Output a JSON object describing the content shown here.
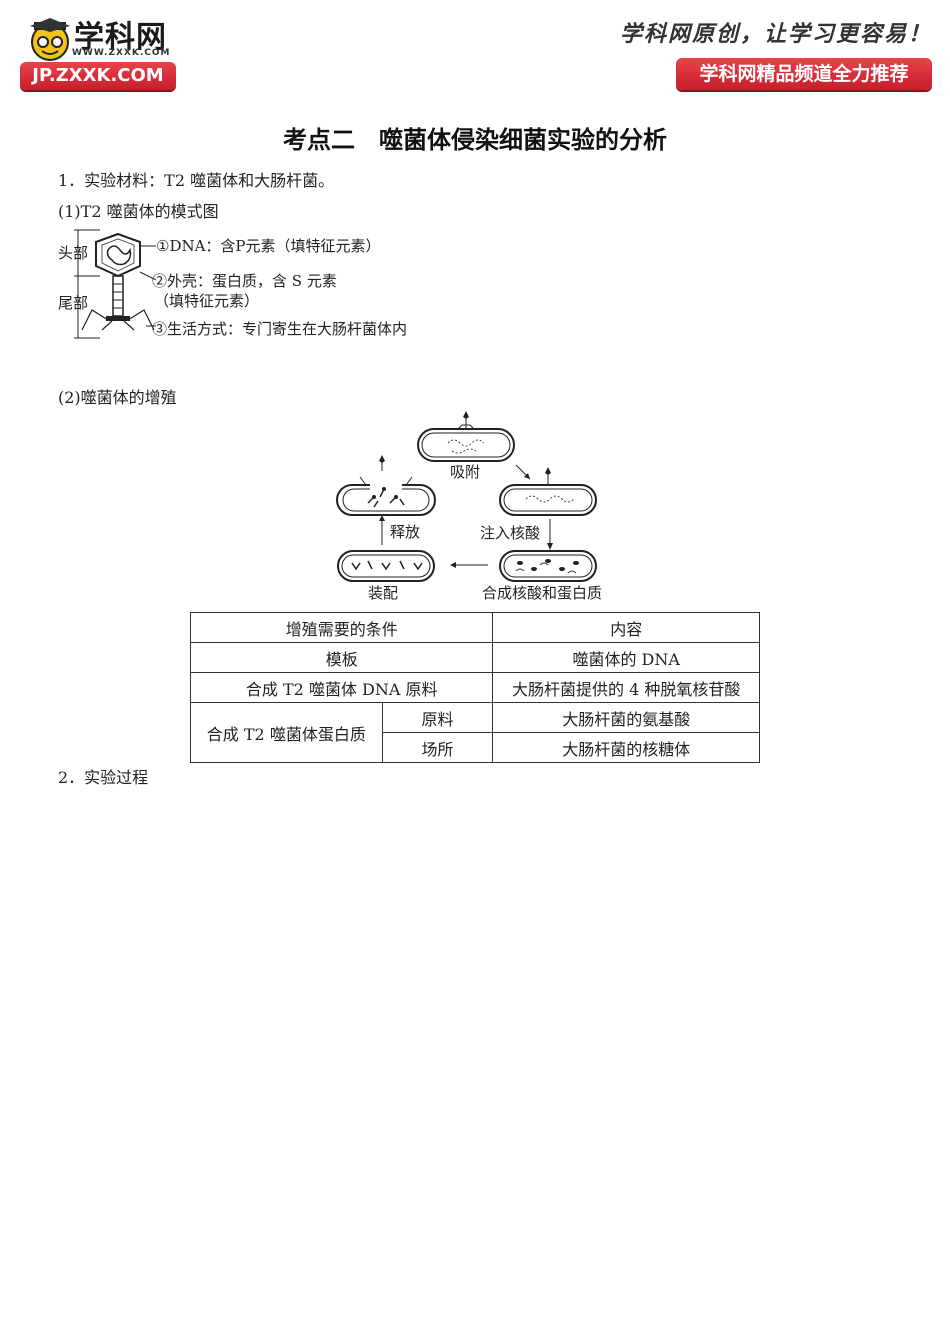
{
  "header": {
    "logo_cn": "学科网",
    "logo_url": "WWW.ZXXK.COM",
    "logo_badge": "JP.ZXXK.COM",
    "slogan": "学科网原创，让学习更容易！",
    "channel_badge": "学科网精品频道全力推荐"
  },
  "title": "考点二　噬菌体侵染细菌实验的分析",
  "section1": {
    "heading": "1．实验材料：T2 噬菌体和大肠杆菌。",
    "sub1": "(1)T2 噬菌体的模式图",
    "sub2": "(2)噬菌体的增殖"
  },
  "phage_diagram": {
    "head_label": "头部",
    "tail_label": "尾部",
    "note1": "①DNA：含P元素（填特征元素）",
    "note2": "②外壳：蛋白质，含 S 元素",
    "note2b": "（填特征元素）",
    "note3": "③生活方式：专门寄生在大肠杆菌体内"
  },
  "cycle_diagram": {
    "adsorb": "吸附",
    "inject": "注入核酸",
    "synth": "合成核酸和蛋白质",
    "assemble": "装配",
    "release": "释放"
  },
  "table": {
    "col1": "增殖需要的条件",
    "col2": "内容",
    "r1c1": "模板",
    "r1c2": "噬菌体的 DNA",
    "r2c1": "合成 T2 噬菌体 DNA 原料",
    "r2c2": "大肠杆菌提供的 4 种脱氧核苷酸",
    "r3c1": "合成 T2 噬菌体蛋白质",
    "r3sub1": "原料",
    "r3c2": "大肠杆菌的氨基酸",
    "r4sub1": "场所",
    "r4c2": "大肠杆菌的核糖体"
  },
  "section2": {
    "heading": "2．实验过程"
  }
}
